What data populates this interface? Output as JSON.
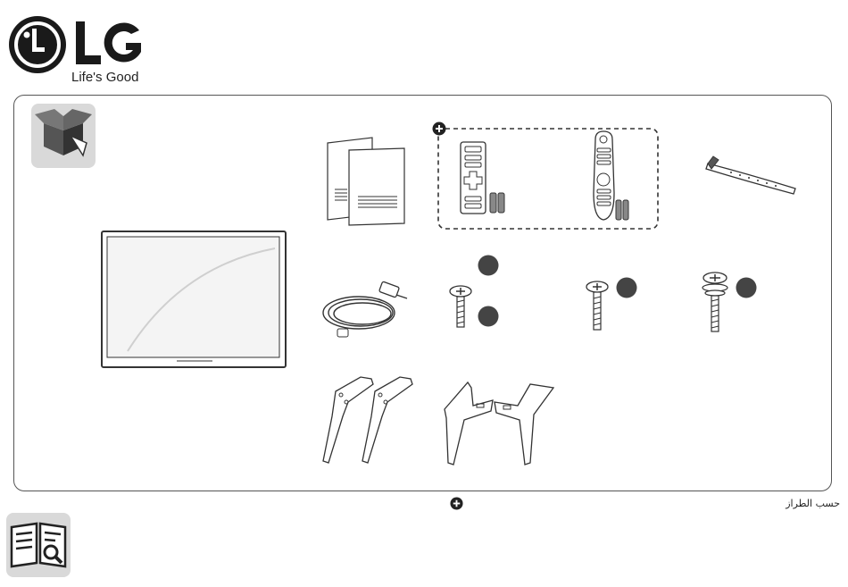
{
  "brand": {
    "name": "LG",
    "tagline": "Life's Good",
    "color": "#1a1a1a"
  },
  "icons": {
    "package_icon": "open-box-icon",
    "manual_icon": "open-book-magnifier-icon",
    "optional_marker": "plus-circle-icon"
  },
  "footnote": {
    "label": "حسب الطراز"
  },
  "colors": {
    "tile_bg": "#d9d9d9",
    "stroke": "#333333",
    "badge": "#444444"
  }
}
